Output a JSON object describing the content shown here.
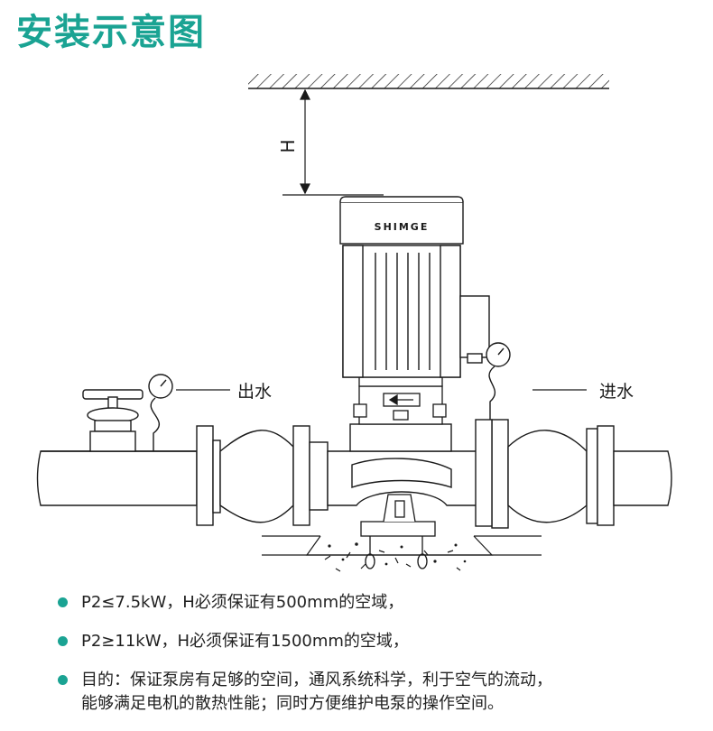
{
  "title": "安装示意图",
  "colors": {
    "accent": "#1aa393",
    "line": "#1a1a1a",
    "fill": "#ffffff"
  },
  "diagram": {
    "dimension_label": "H",
    "brand": "SHIMGE",
    "outlet_label": "出水",
    "inlet_label": "进水"
  },
  "notes": [
    {
      "text": "P2≤7.5kW，H必须保证有500mm的空域，"
    },
    {
      "text": "P2≥11kW，H必须保证有1500mm的空域，"
    },
    {
      "text": "目的：保证泵房有足够的空间，通风系统科学，利于空气的流动，\n能够满足电机的散热性能；同时方便维护电泵的操作空间。"
    }
  ]
}
